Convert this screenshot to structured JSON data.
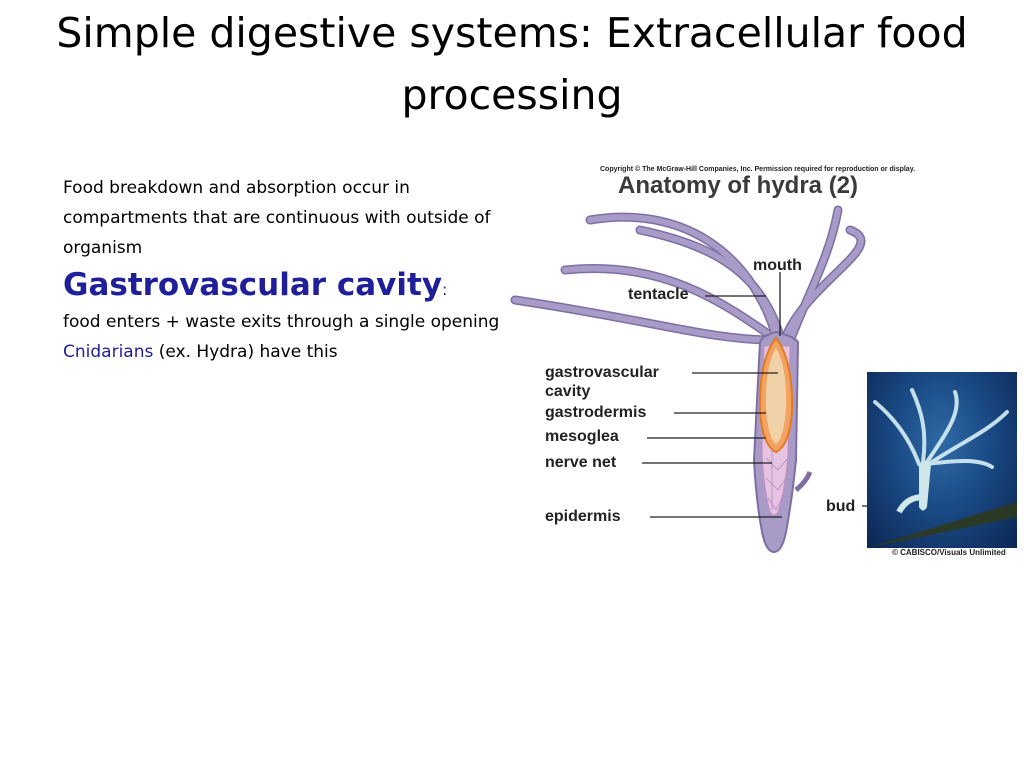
{
  "slide": {
    "title": "Simple digestive systems: Extracellular food processing",
    "paragraph1": "Food breakdown and absorption occur in compartments that are continuous with outside of organism",
    "term": "Gastrovascular cavity",
    "term_colon": ":",
    "paragraph2": "food enters + waste exits through a single opening",
    "cnidarians_word": "Cnidarians",
    "cnidarians_rest": " (ex. Hydra) have this"
  },
  "figure": {
    "copyright": "Copyright © The McGraw-Hill Companies, Inc. Permission required for reproduction or display.",
    "title": "Anatomy of hydra (2)",
    "labels": {
      "mouth": "mouth",
      "tentacle": "tentacle",
      "gastrovascular": "gastrovascular",
      "cavity": "cavity",
      "gastrodermis": "gastrodermis",
      "mesoglea": "mesoglea",
      "nerve_net": "nerve net",
      "epidermis": "epidermis",
      "bud": "bud"
    },
    "photo_credit": "© CABISCO/Visuals Unlimited",
    "colors": {
      "body": "#a99bc7",
      "outline": "#7d6fa4",
      "cavity": "#f4a261",
      "cavity_inner": "#f1d2a8",
      "mesoglea": "#e7c3e3"
    }
  }
}
